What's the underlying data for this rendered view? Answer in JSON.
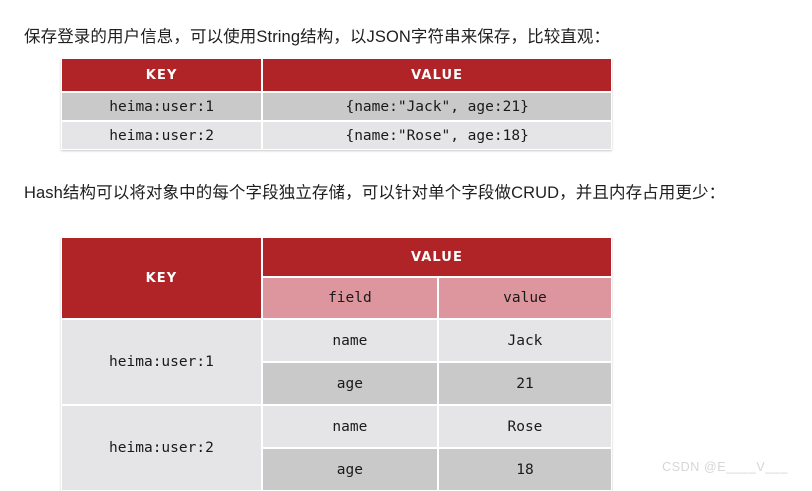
{
  "paragraphs": {
    "string_intro": "保存登录的用户信息，可以使用String结构，以JSON字符串来保存，比较直观：",
    "hash_intro": "Hash结构可以将对象中的每个字段独立存储，可以针对单个字段做CRUD，并且内存占用更少："
  },
  "colors": {
    "header_red": "#b02327",
    "subheader_pink": "#dd969d",
    "row_dark": "#c9c9c9",
    "row_light": "#e5e5e7",
    "header_text": "#ffffff"
  },
  "string_table": {
    "headers": {
      "key": "KEY",
      "value": "VALUE"
    },
    "rows": [
      {
        "key": "heima:user:1",
        "value": "{name:\"Jack\", age:21}"
      },
      {
        "key": "heima:user:2",
        "value": "{name:\"Rose\", age:18}"
      }
    ]
  },
  "hash_table": {
    "headers": {
      "key": "KEY",
      "value": "VALUE",
      "field_sub": "field",
      "value_sub": "value"
    },
    "groups": [
      {
        "key": "heima:user:1",
        "entries": [
          {
            "field": "name",
            "value": "Jack"
          },
          {
            "field": "age",
            "value": "21"
          }
        ]
      },
      {
        "key": "heima:user:2",
        "entries": [
          {
            "field": "name",
            "value": "Rose"
          },
          {
            "field": "age",
            "value": "18"
          }
        ]
      }
    ]
  },
  "watermark": {
    "text": "CSDN @E____V___"
  }
}
